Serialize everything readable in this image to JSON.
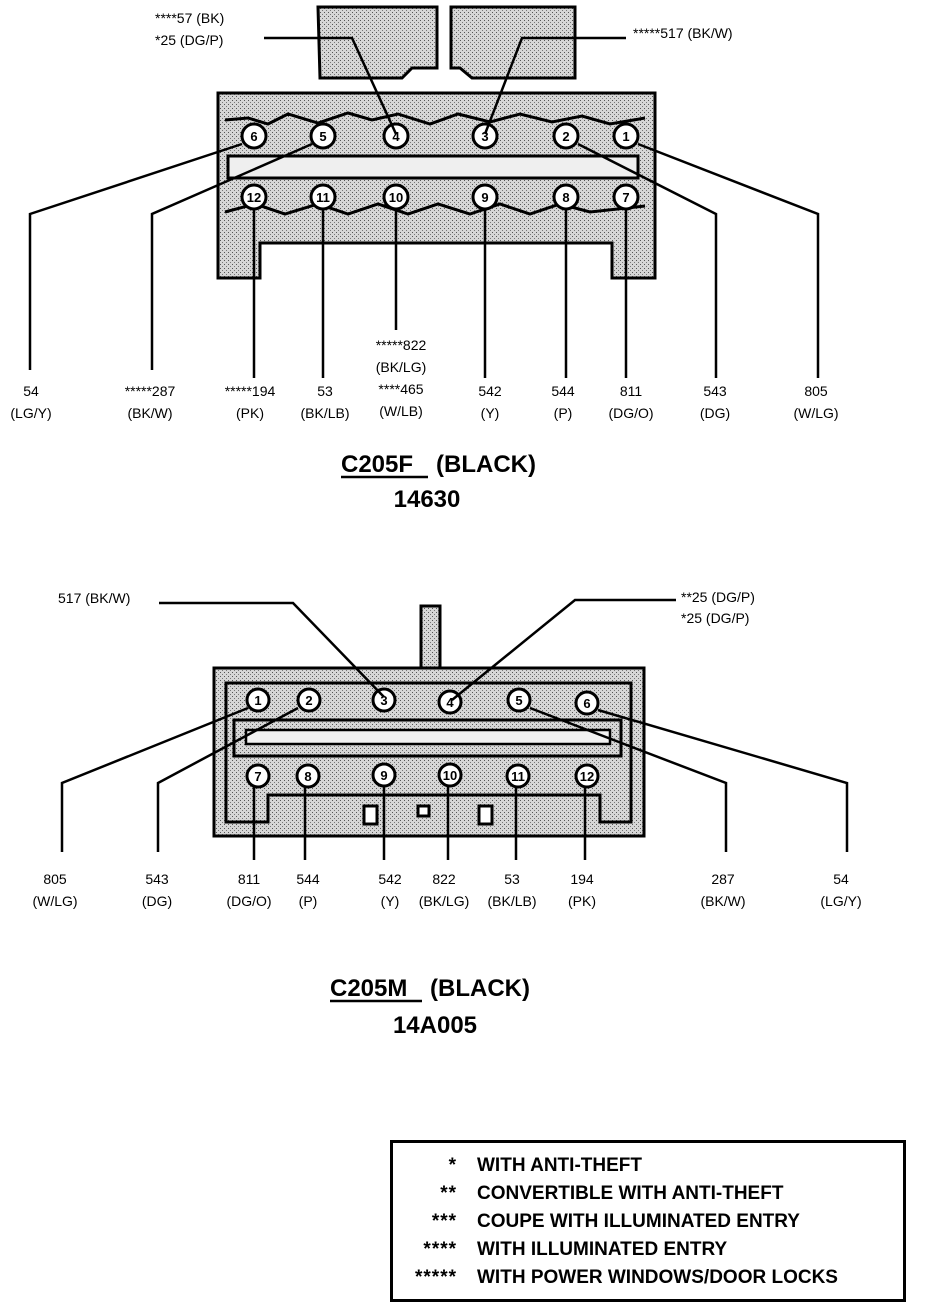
{
  "connectors": [
    {
      "id": "c205f",
      "name": "C205F",
      "color": "(BLACK)",
      "part": "14630",
      "top_callouts": [
        {
          "lines": [
            "****57 (BK)",
            "*25 (DG/P)"
          ]
        },
        {
          "lines": [
            "*****517 (BK/W)"
          ]
        }
      ],
      "pins": [
        "1",
        "2",
        "3",
        "4",
        "5",
        "6",
        "7",
        "8",
        "9",
        "10",
        "11",
        "12"
      ],
      "bottom_labels": [
        {
          "pin": "6",
          "lines": [
            "54",
            "(LG/Y)"
          ]
        },
        {
          "pin": "5",
          "lines": [
            "*****287",
            "(BK/W)"
          ]
        },
        {
          "pin": "12",
          "lines": [
            "*****194",
            "(PK)"
          ]
        },
        {
          "pin": "11",
          "lines": [
            "53",
            "(BK/LB)"
          ]
        },
        {
          "pin": "10",
          "lines": [
            "*****822",
            "(BK/LG)",
            "****465",
            "(W/LB)"
          ]
        },
        {
          "pin": "9",
          "lines": [
            "542",
            "(Y)"
          ]
        },
        {
          "pin": "8",
          "lines": [
            "544",
            "(P)"
          ]
        },
        {
          "pin": "7",
          "lines": [
            "811",
            "(DG/O)"
          ]
        },
        {
          "pin": "2",
          "lines": [
            "543",
            "(DG)"
          ]
        },
        {
          "pin": "1",
          "lines": [
            "805",
            "(W/LG)"
          ]
        }
      ]
    },
    {
      "id": "c205m",
      "name": "C205M",
      "color": "(BLACK)",
      "part": "14A005",
      "top_callouts": [
        {
          "lines": [
            "517 (BK/W)"
          ]
        },
        {
          "lines": [
            "**25 (DG/P)",
            "*25 (DG/P)"
          ]
        }
      ],
      "pins": [
        "1",
        "2",
        "3",
        "4",
        "5",
        "6",
        "7",
        "8",
        "9",
        "10",
        "11",
        "12"
      ],
      "bottom_labels": [
        {
          "pin": "1",
          "lines": [
            "805",
            "(W/LG)"
          ]
        },
        {
          "pin": "2",
          "lines": [
            "543",
            "(DG)"
          ]
        },
        {
          "pin": "7",
          "lines": [
            "811",
            "(DG/O)"
          ]
        },
        {
          "pin": "8",
          "lines": [
            "544",
            "(P)"
          ]
        },
        {
          "pin": "9",
          "lines": [
            "542",
            "(Y)"
          ]
        },
        {
          "pin": "10",
          "lines": [
            "822",
            "(BK/LG)"
          ]
        },
        {
          "pin": "11",
          "lines": [
            "53",
            "(BK/LB)"
          ]
        },
        {
          "pin": "12",
          "lines": [
            "194",
            "(PK)"
          ]
        },
        {
          "pin": "5",
          "lines": [
            "287",
            "(BK/W)"
          ]
        },
        {
          "pin": "6",
          "lines": [
            "54",
            "(LG/Y)"
          ]
        }
      ]
    }
  ],
  "legend": [
    {
      "symbol": "*",
      "text": "WITH ANTI-THEFT"
    },
    {
      "symbol": "**",
      "text": "CONVERTIBLE WITH ANTI-THEFT"
    },
    {
      "symbol": "***",
      "text": "COUPE WITH ILLUMINATED ENTRY"
    },
    {
      "symbol": "****",
      "text": "WITH ILLUMINATED ENTRY"
    },
    {
      "symbol": "*****",
      "text": "WITH POWER WINDOWS/DOOR LOCKS"
    }
  ],
  "colors": {
    "ink": "#000000",
    "shade": "#bdbdbd",
    "paper": "#ffffff"
  }
}
